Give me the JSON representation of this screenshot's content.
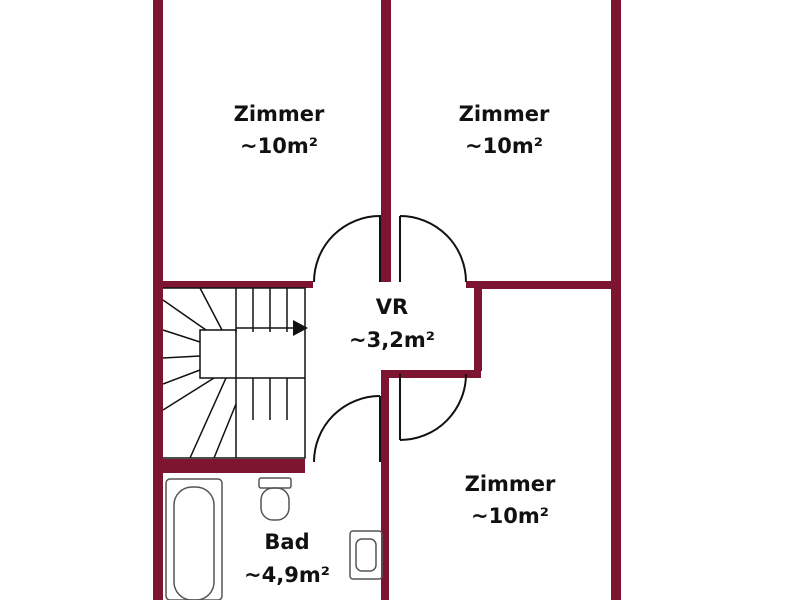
{
  "colors": {
    "wall": "#7d1530",
    "line": "#111111",
    "background": "#ffffff"
  },
  "rooms": [
    {
      "name": "Zimmer",
      "area": "~10m²"
    },
    {
      "name": "Zimmer",
      "area": "~10m²"
    },
    {
      "name": "VR",
      "area": "~3,2m²"
    },
    {
      "name": "Zimmer",
      "area": "~10m²"
    },
    {
      "name": "Bad",
      "area": "~4,9m²"
    }
  ],
  "fixtures": {
    "bathtub": "bathtub-icon",
    "toilet": "toilet-icon",
    "sink": "sink-icon",
    "stairs": "staircase-icon"
  }
}
